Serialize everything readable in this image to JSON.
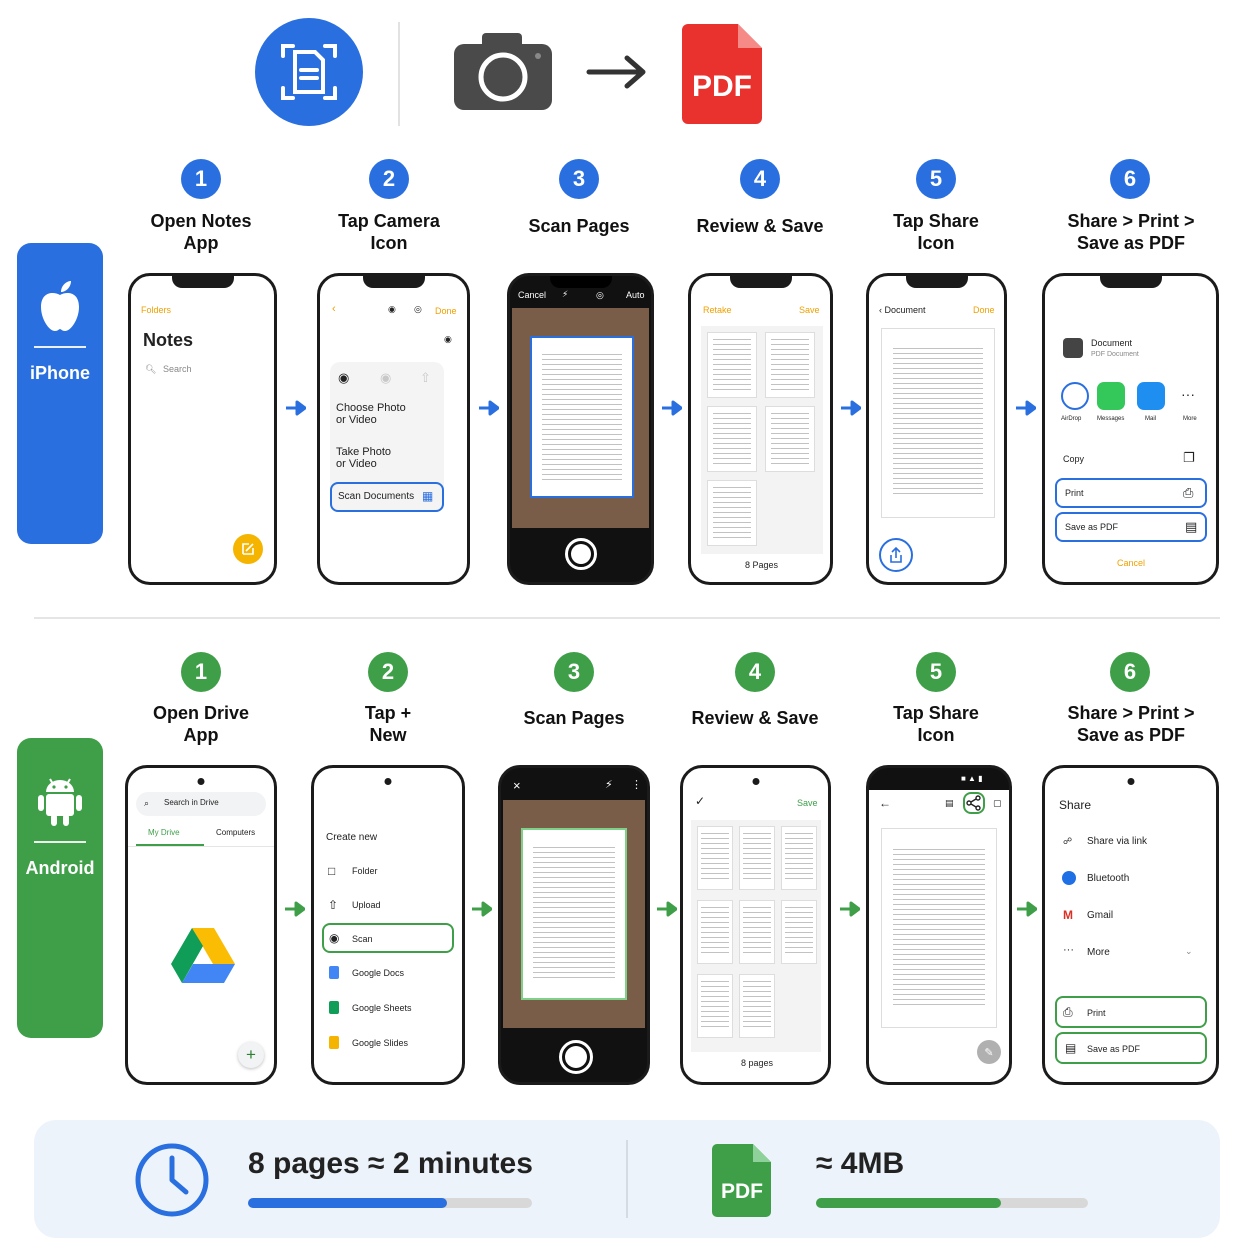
{
  "header": {
    "pdf_label": "PDF"
  },
  "ios": {
    "platform_label": "iPhone",
    "steps": [
      {
        "num": "1",
        "title_line1": "Open Notes",
        "title_line2": "App"
      },
      {
        "num": "2",
        "title_line1": "Tap Camera",
        "title_line2": "Icon"
      },
      {
        "num": "3",
        "title_line1": "Scan Pages",
        "title_line2": ""
      },
      {
        "num": "4",
        "title_line1": "Review & Save",
        "title_line2": ""
      },
      {
        "num": "5",
        "title_line1": "Tap Share",
        "title_line2": "Icon"
      },
      {
        "num": "6",
        "title_line1": "Share > Print >",
        "title_line2": "Save as PDF"
      }
    ],
    "s1": {
      "back": "Folders",
      "title": "Notes",
      "search": "Search"
    },
    "s2": {
      "done": "Done",
      "choose_photo": "Choose Photo",
      "or_video": "or Video",
      "take_photo": "Take Photo",
      "or_video2": "or Video",
      "scan_documents": "Scan Documents"
    },
    "s3": {
      "cancel": "Cancel",
      "auto": "Auto"
    },
    "s4": {
      "retake": "Retake",
      "save": "Save",
      "pages": "8 Pages"
    },
    "s5": {
      "back": "Document",
      "done": "Done"
    },
    "s6": {
      "doc_title": "Document",
      "doc_sub": "PDF Document",
      "apps": [
        "AirDrop",
        "Messages",
        "Mail",
        "More"
      ],
      "copy": "Copy",
      "print": "Print",
      "save_pdf": "Save as PDF",
      "cancel": "Cancel"
    }
  },
  "android": {
    "platform_label": "Android",
    "steps": [
      {
        "num": "1",
        "title_line1": "Open Drive",
        "title_line2": "App"
      },
      {
        "num": "2",
        "title_line1": "Tap +",
        "title_line2": "New"
      },
      {
        "num": "3",
        "title_line1": "Scan Pages",
        "title_line2": ""
      },
      {
        "num": "4",
        "title_line1": "Review & Save",
        "title_line2": ""
      },
      {
        "num": "5",
        "title_line1": "Tap Share",
        "title_line2": "Icon"
      },
      {
        "num": "6",
        "title_line1": "Share > Print >",
        "title_line2": "Save as PDF"
      }
    ],
    "s1": {
      "search": "Search in Drive",
      "tab_my_drive": "My Drive",
      "tab_computers": "Computers"
    },
    "s2": {
      "create_new": "Create new",
      "items": [
        "Folder",
        "Upload",
        "Scan",
        "Google Docs",
        "Google Sheets",
        "Google Slides"
      ]
    },
    "s4": {
      "save": "Save",
      "pages": "8 pages"
    },
    "s6": {
      "title": "Share",
      "items": [
        "Share via link",
        "Bluetooth",
        "Gmail",
        "More"
      ],
      "print": "Print",
      "save_pdf": "Save as PDF"
    }
  },
  "summary": {
    "time_text": "8 pages ≈ 2 minutes",
    "time_progress": 0.7,
    "pdf_label": "PDF",
    "size_text": "≈ 4MB",
    "size_progress": 0.68
  },
  "colors": {
    "ios_blue": "#2a6fdf",
    "android_green": "#3f9f49",
    "pdf_red": "#e9322e",
    "notes_yellow": "#f4b400"
  }
}
